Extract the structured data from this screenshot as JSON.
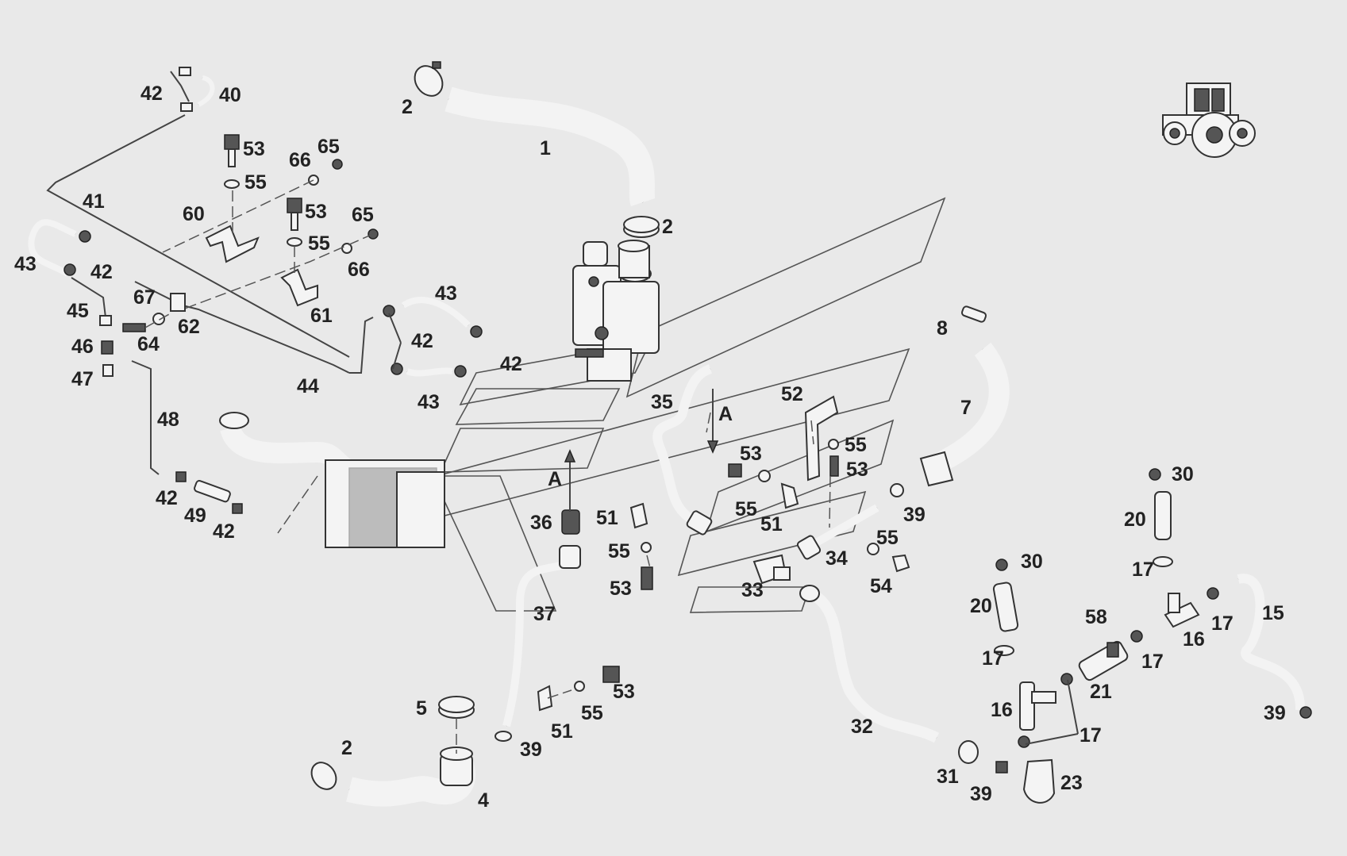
{
  "diagram": {
    "callouts": [
      {
        "id": "c1",
        "text": "1"
      },
      {
        "id": "c2a",
        "text": "2"
      },
      {
        "id": "c2b",
        "text": "2"
      },
      {
        "id": "c2c",
        "text": "2"
      },
      {
        "id": "c4",
        "text": "4"
      },
      {
        "id": "c5",
        "text": "5"
      },
      {
        "id": "c7",
        "text": "7"
      },
      {
        "id": "c8",
        "text": "8"
      },
      {
        "id": "c15",
        "text": "15"
      },
      {
        "id": "c16a",
        "text": "16"
      },
      {
        "id": "c16b",
        "text": "16"
      },
      {
        "id": "c17a",
        "text": "17"
      },
      {
        "id": "c17b",
        "text": "17"
      },
      {
        "id": "c17c",
        "text": "17"
      },
      {
        "id": "c17d",
        "text": "17"
      },
      {
        "id": "c17e",
        "text": "17"
      },
      {
        "id": "c20a",
        "text": "20"
      },
      {
        "id": "c20b",
        "text": "20"
      },
      {
        "id": "c21",
        "text": "21"
      },
      {
        "id": "c23",
        "text": "23"
      },
      {
        "id": "c30a",
        "text": "30"
      },
      {
        "id": "c30b",
        "text": "30"
      },
      {
        "id": "c31",
        "text": "31"
      },
      {
        "id": "c32",
        "text": "32"
      },
      {
        "id": "c33",
        "text": "33"
      },
      {
        "id": "c34",
        "text": "34"
      },
      {
        "id": "c35",
        "text": "35"
      },
      {
        "id": "c36",
        "text": "36"
      },
      {
        "id": "c37",
        "text": "37"
      },
      {
        "id": "c39a",
        "text": "39"
      },
      {
        "id": "c39b",
        "text": "39"
      },
      {
        "id": "c39c",
        "text": "39"
      },
      {
        "id": "c39d",
        "text": "39"
      },
      {
        "id": "c40",
        "text": "40"
      },
      {
        "id": "c41",
        "text": "41"
      },
      {
        "id": "c42a",
        "text": "42"
      },
      {
        "id": "c42b",
        "text": "42"
      },
      {
        "id": "c42c",
        "text": "42"
      },
      {
        "id": "c42d",
        "text": "42"
      },
      {
        "id": "c42e",
        "text": "42"
      },
      {
        "id": "c42f",
        "text": "42"
      },
      {
        "id": "c43a",
        "text": "43"
      },
      {
        "id": "c43b",
        "text": "43"
      },
      {
        "id": "c43c",
        "text": "43"
      },
      {
        "id": "c44",
        "text": "44"
      },
      {
        "id": "c45",
        "text": "45"
      },
      {
        "id": "c46",
        "text": "46"
      },
      {
        "id": "c47",
        "text": "47"
      },
      {
        "id": "c48",
        "text": "48"
      },
      {
        "id": "c49",
        "text": "49"
      },
      {
        "id": "c51a",
        "text": "51"
      },
      {
        "id": "c51b",
        "text": "51"
      },
      {
        "id": "c51c",
        "text": "51"
      },
      {
        "id": "c52",
        "text": "52"
      },
      {
        "id": "c53a",
        "text": "53"
      },
      {
        "id": "c53b",
        "text": "53"
      },
      {
        "id": "c53c",
        "text": "53"
      },
      {
        "id": "c53d",
        "text": "53"
      },
      {
        "id": "c53e",
        "text": "53"
      },
      {
        "id": "c53f",
        "text": "53"
      },
      {
        "id": "c54",
        "text": "54"
      },
      {
        "id": "c55a",
        "text": "55"
      },
      {
        "id": "c55b",
        "text": "55"
      },
      {
        "id": "c55c",
        "text": "55"
      },
      {
        "id": "c55d",
        "text": "55"
      },
      {
        "id": "c55e",
        "text": "55"
      },
      {
        "id": "c55f",
        "text": "55"
      },
      {
        "id": "c55g",
        "text": "55"
      },
      {
        "id": "c58",
        "text": "58"
      },
      {
        "id": "c60",
        "text": "60"
      },
      {
        "id": "c61",
        "text": "61"
      },
      {
        "id": "c62",
        "text": "62"
      },
      {
        "id": "c64",
        "text": "64"
      },
      {
        "id": "c65a",
        "text": "65"
      },
      {
        "id": "c65b",
        "text": "65"
      },
      {
        "id": "c66a",
        "text": "66"
      },
      {
        "id": "c66b",
        "text": "66"
      },
      {
        "id": "c67",
        "text": "67"
      }
    ],
    "view_markers": [
      {
        "id": "arrowA1",
        "text": "A"
      },
      {
        "id": "arrowA2",
        "text": "A"
      }
    ]
  }
}
